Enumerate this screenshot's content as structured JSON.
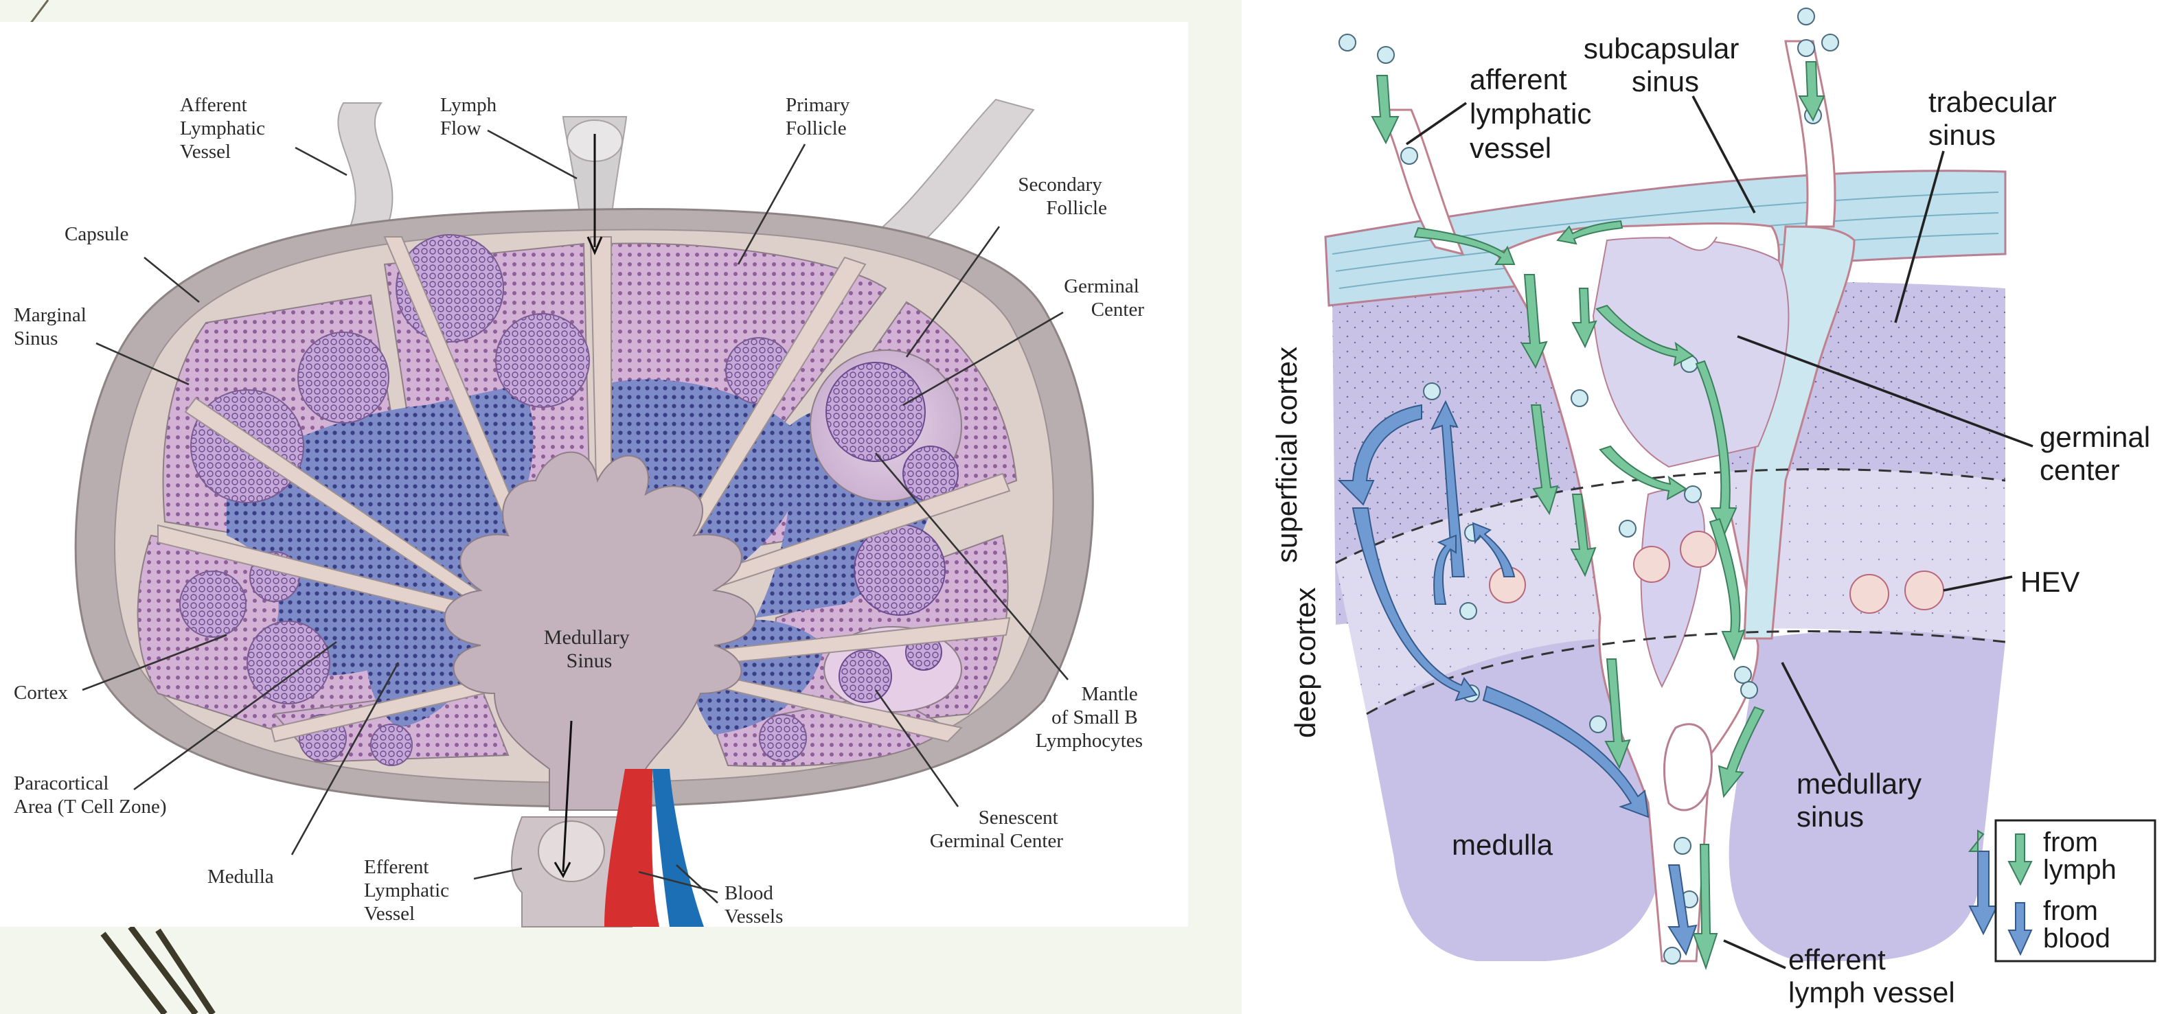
{
  "left_diagram": {
    "labels": {
      "afferent_vessel": [
        "Afferent",
        "Lymphatic",
        "Vessel"
      ],
      "lymph_flow": [
        "Lymph",
        "Flow"
      ],
      "primary_follicle": [
        "Primary",
        "Follicle"
      ],
      "secondary_follicle": [
        "Secondary",
        "Follicle"
      ],
      "germinal_center": [
        "Germinal",
        "Center"
      ],
      "capsule": [
        "Capsule"
      ],
      "marginal_sinus": [
        "Marginal",
        "Sinus"
      ],
      "medullary_sinus": [
        "Medullary",
        "Sinus"
      ],
      "cortex": [
        "Cortex"
      ],
      "paracortical": [
        "Paracortical",
        "Area (T Cell Zone)"
      ],
      "mantle": [
        "Mantle",
        "of Small B",
        "Lymphocytes"
      ],
      "senescent": [
        "Senescent",
        "Germinal Center"
      ],
      "medulla": [
        "Medulla"
      ],
      "efferent_vessel": [
        "Efferent",
        "Lymphatic",
        "Vessel"
      ],
      "blood_vessels": [
        "Blood",
        "Vessels"
      ]
    }
  },
  "right_diagram": {
    "labels": {
      "afferent": [
        "afferent",
        "lymphatic",
        "vessel"
      ],
      "subcapsular": [
        "subcapsular",
        "sinus"
      ],
      "trabecular": [
        "trabecular",
        "sinus"
      ],
      "germinal": [
        "germinal",
        "center"
      ],
      "superficial_cortex": "superficial cortex",
      "deep_cortex": "deep cortex",
      "hev": "HEV",
      "medullary": [
        "medullary",
        "sinus"
      ],
      "medulla": "medulla",
      "efferent": [
        "efferent",
        "lymph vessel"
      ]
    },
    "legend": {
      "lymph": [
        "from",
        "lymph"
      ],
      "blood": [
        "from",
        "blood"
      ]
    }
  },
  "colors": {
    "lymph_arrow": "#6fbf95",
    "blood_arrow": "#6b95cc",
    "cortex_pink": "#c9a3cc",
    "paracortex_blue": "#6f7fc0",
    "capsule_gray": "#b5aaac",
    "medulla_lilac": "#c2bde6",
    "background_green": "#f2f5ea"
  }
}
